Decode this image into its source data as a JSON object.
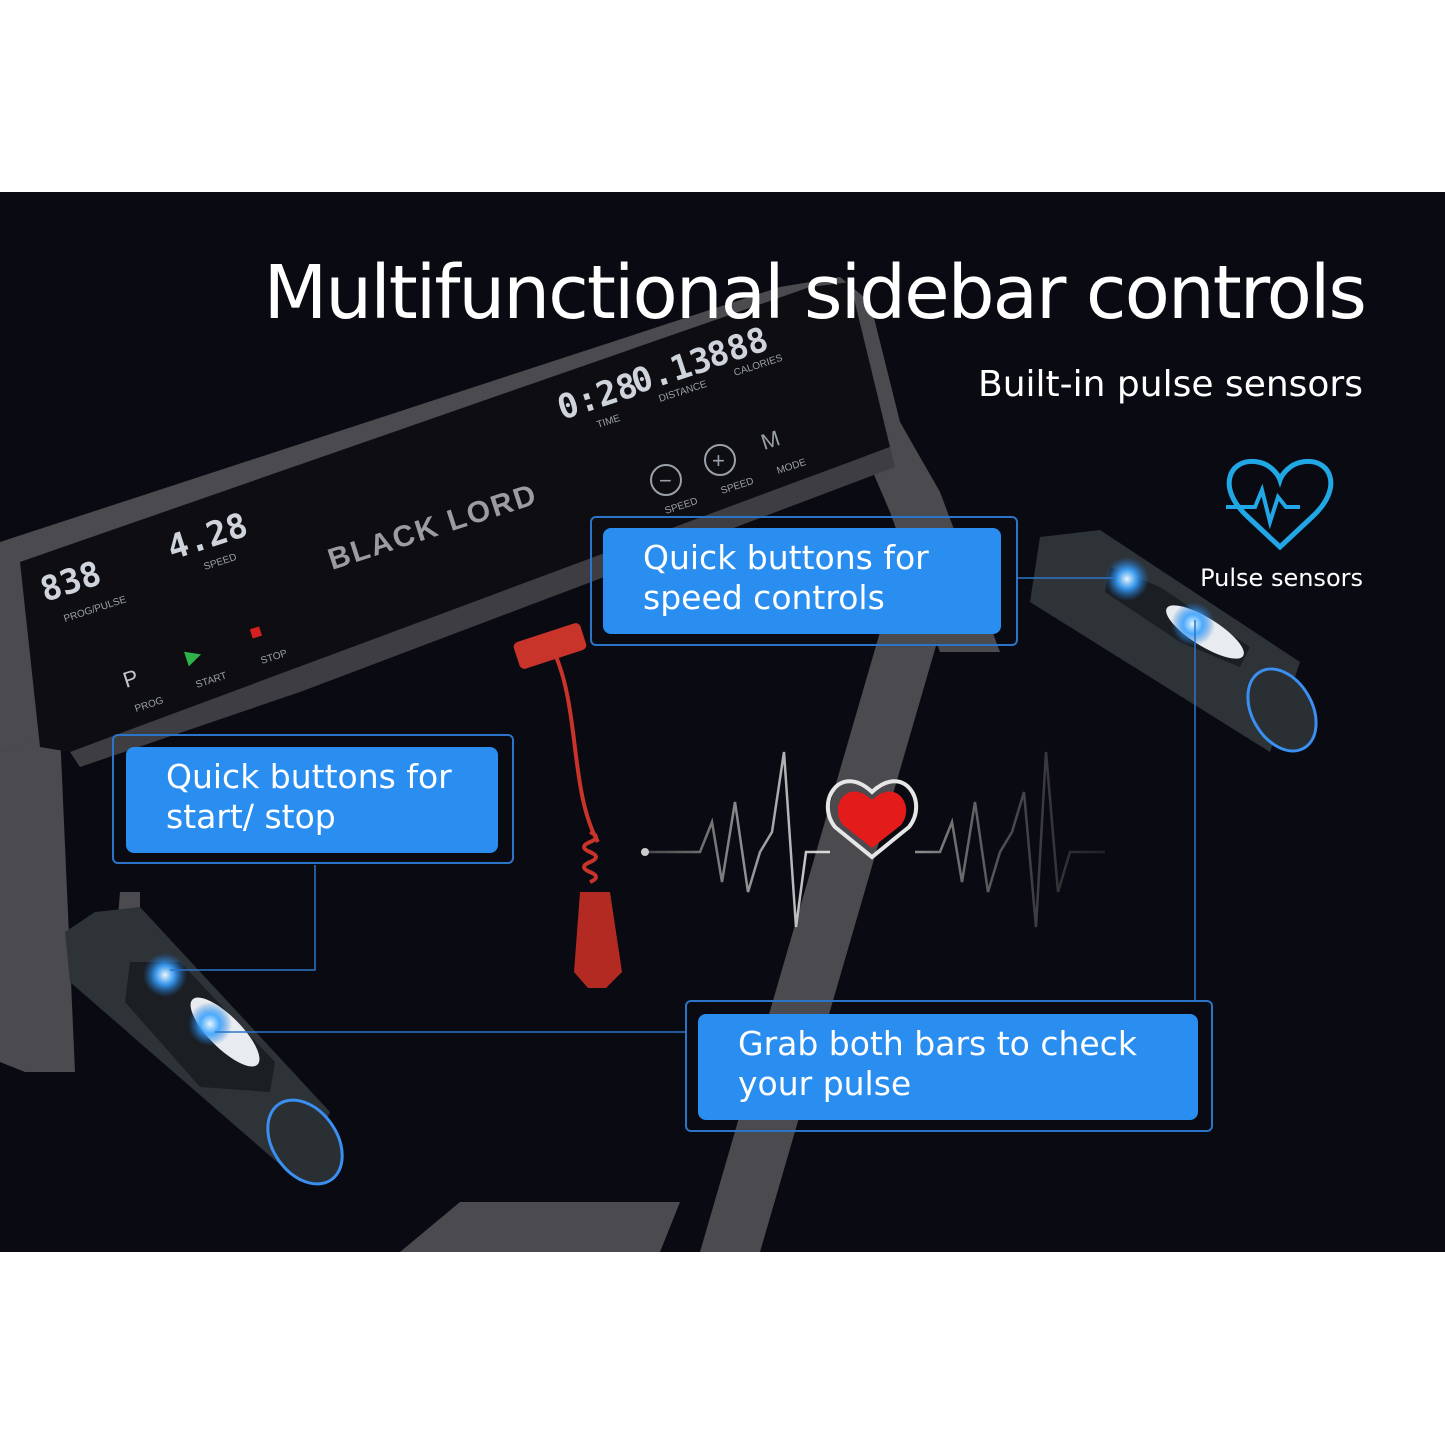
{
  "title": "Multifunctional sidebar controls",
  "subtitle": "Built-in pulse sensors",
  "pulse_sensors_label": "Pulse sensors",
  "callouts": {
    "speed": [
      "Quick buttons for",
      "speed controls"
    ],
    "start_stop": [
      "Quick buttons for",
      "start/ stop"
    ],
    "pulse": [
      "Grab both bars to check",
      "your pulse"
    ]
  },
  "console": {
    "brand": "BLACK LORD",
    "displays": [
      {
        "value": "838",
        "label": "PROG/PULSE"
      },
      {
        "value": "4.28",
        "label": "SPEED"
      },
      {
        "value": "0:28",
        "label": "TIME"
      },
      {
        "value": "0.13",
        "label": "DISTANCE"
      },
      {
        "value": "888",
        "label": "CALORIES"
      }
    ],
    "buttons": [
      {
        "glyph": "P",
        "label": "PROG"
      },
      {
        "glyph": "▶",
        "label": "START"
      },
      {
        "glyph": "■",
        "label": "STOP"
      },
      {
        "glyph": "−",
        "label": "SPEED"
      },
      {
        "glyph": "+",
        "label": "SPEED"
      },
      {
        "glyph": "M",
        "label": "MODE"
      }
    ]
  },
  "colors": {
    "background": "#0a0a12",
    "callout_fill": "#2a8ef0",
    "callout_border": "#2b74c8",
    "heart": "#e31b1b",
    "safety_key": "#c8342a",
    "pulse_icon": "#21a7e6"
  }
}
